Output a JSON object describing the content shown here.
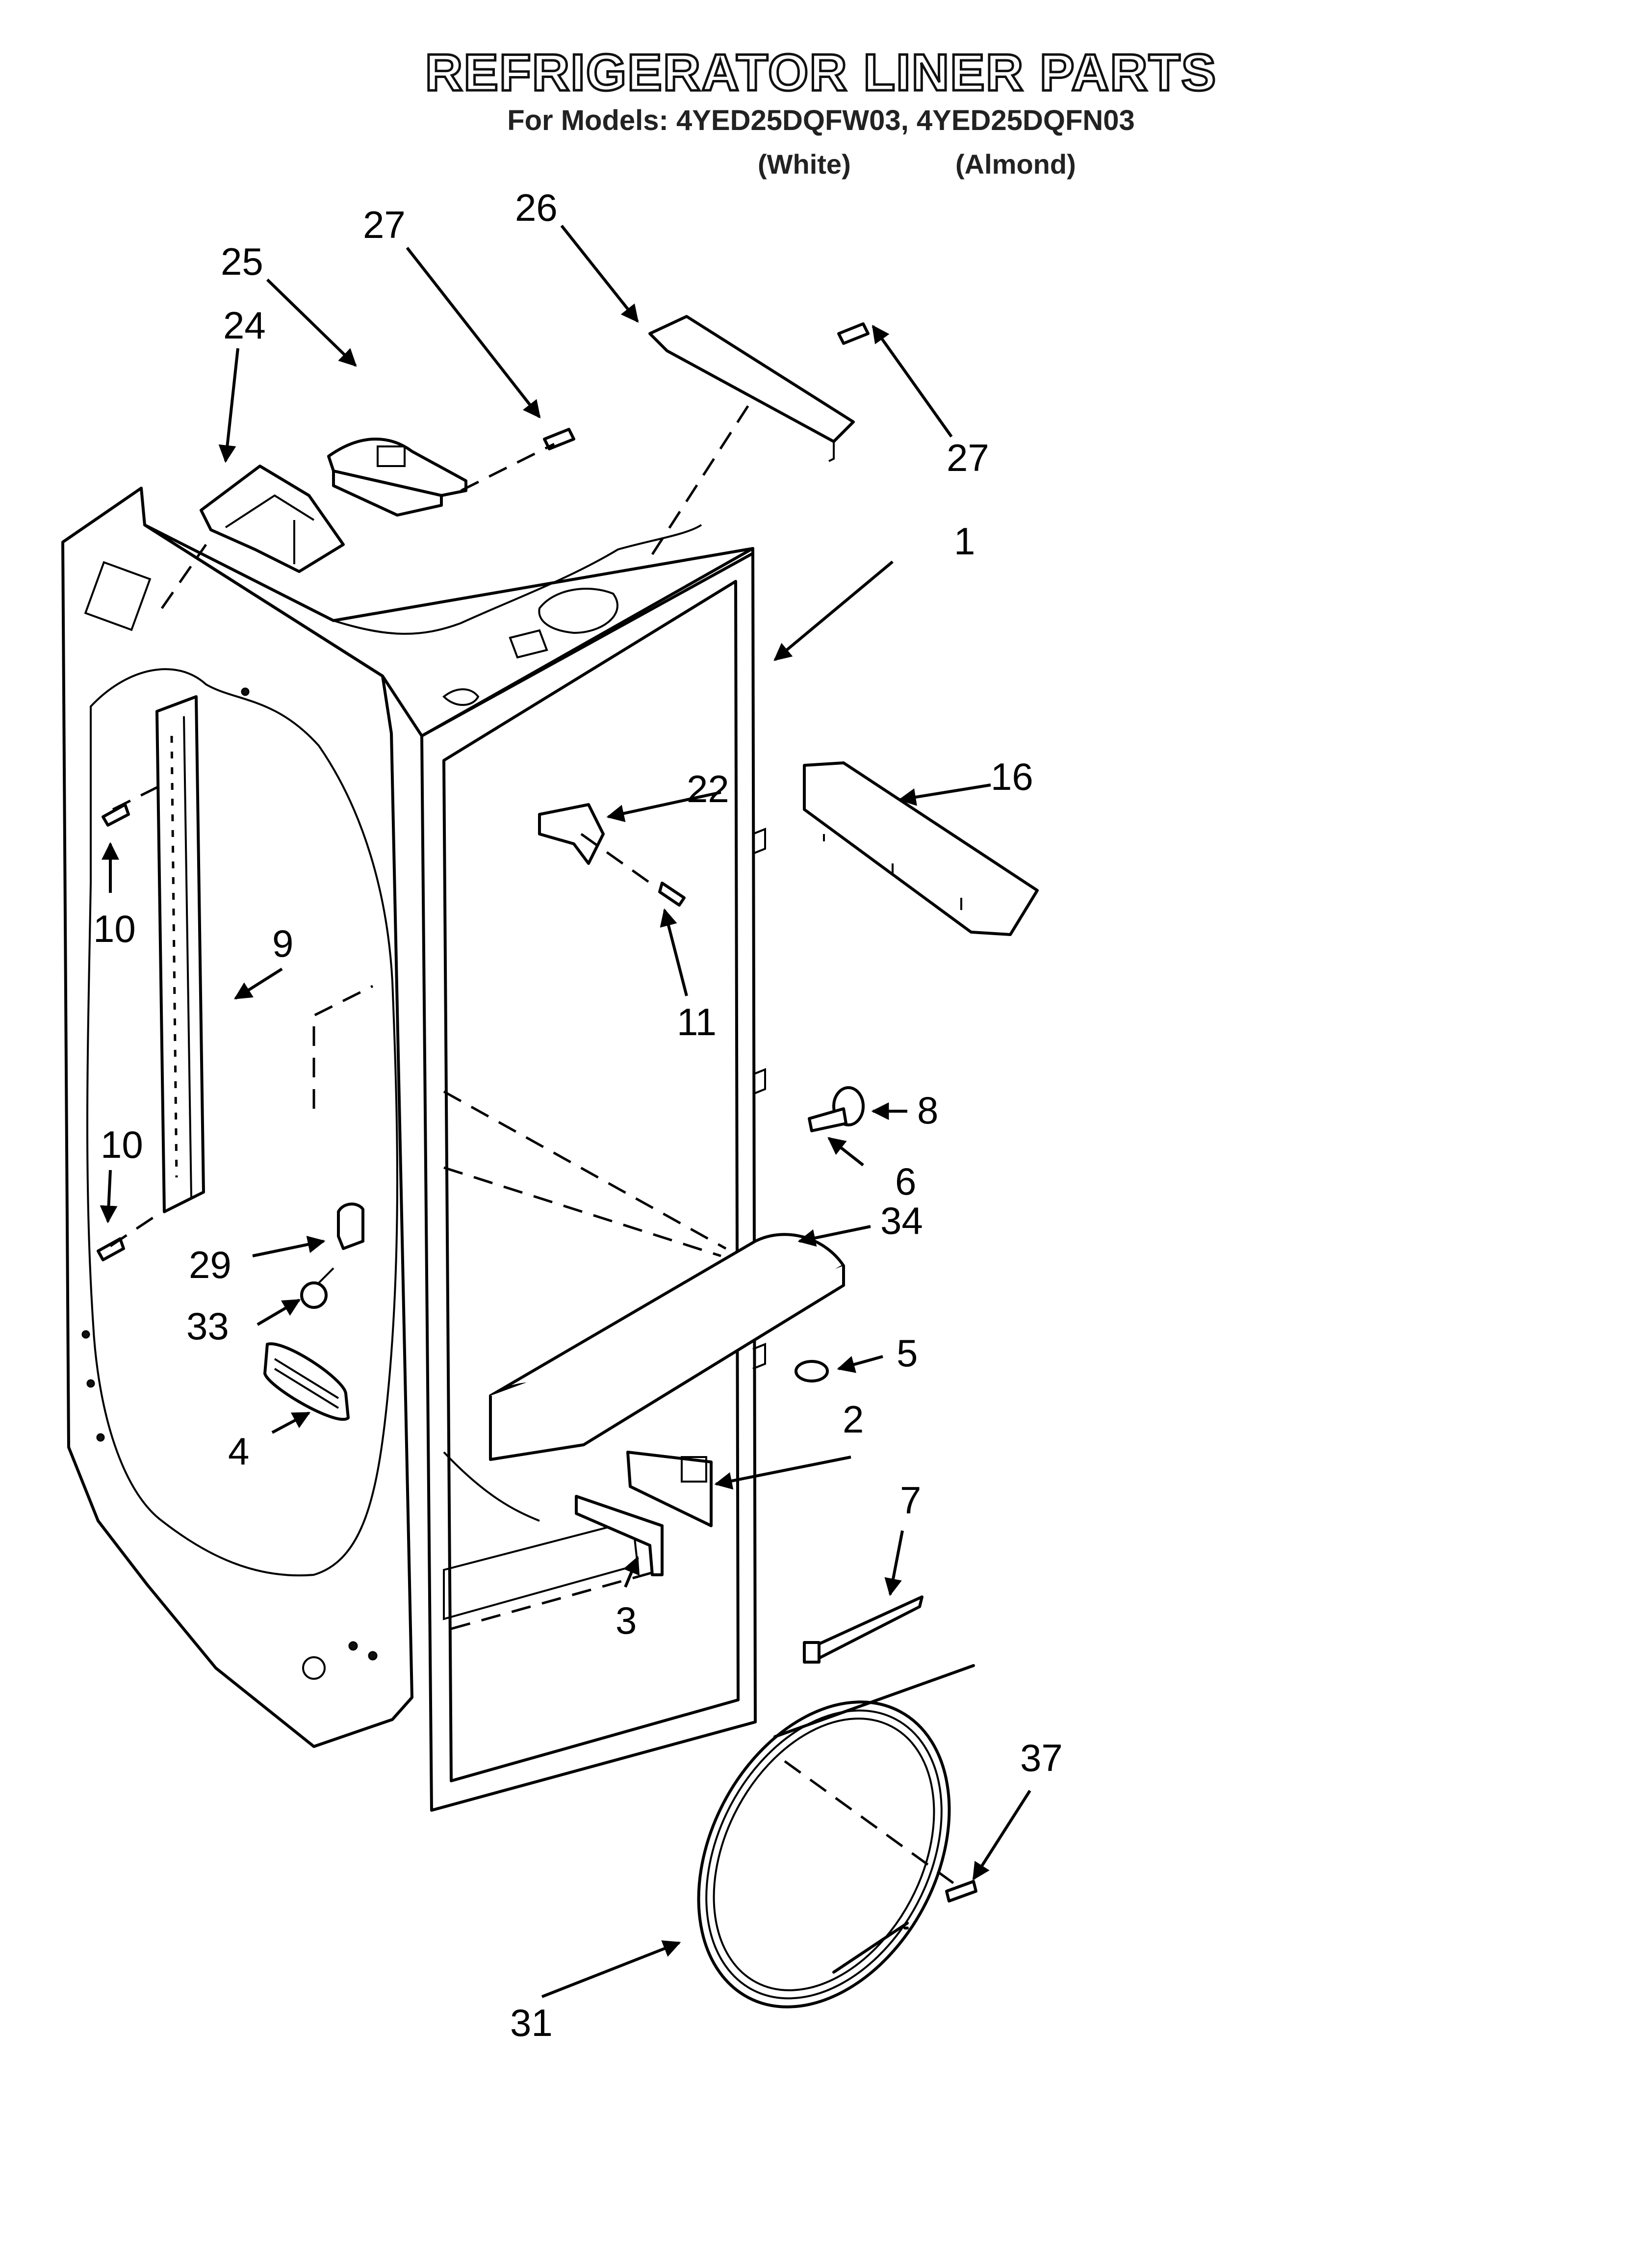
{
  "page": {
    "title": "REFRIGERATOR LINER PARTS",
    "models_line": "For Models: 4YED25DQFW03, 4YED25DQFN03",
    "variant_white": "(White)",
    "variant_almond": "(Almond)"
  },
  "callouts": {
    "c1": "1",
    "c2": "2",
    "c3": "3",
    "c4": "4",
    "c5": "5",
    "c6": "6",
    "c7": "7",
    "c8": "8",
    "c9": "9",
    "c10a": "10",
    "c10b": "10",
    "c11": "11",
    "c16": "16",
    "c22": "22",
    "c24": "24",
    "c25": "25",
    "c26": "26",
    "c27a": "27",
    "c27b": "27",
    "c29": "29",
    "c31": "31",
    "c33": "33",
    "c34": "34",
    "c37": "37"
  }
}
